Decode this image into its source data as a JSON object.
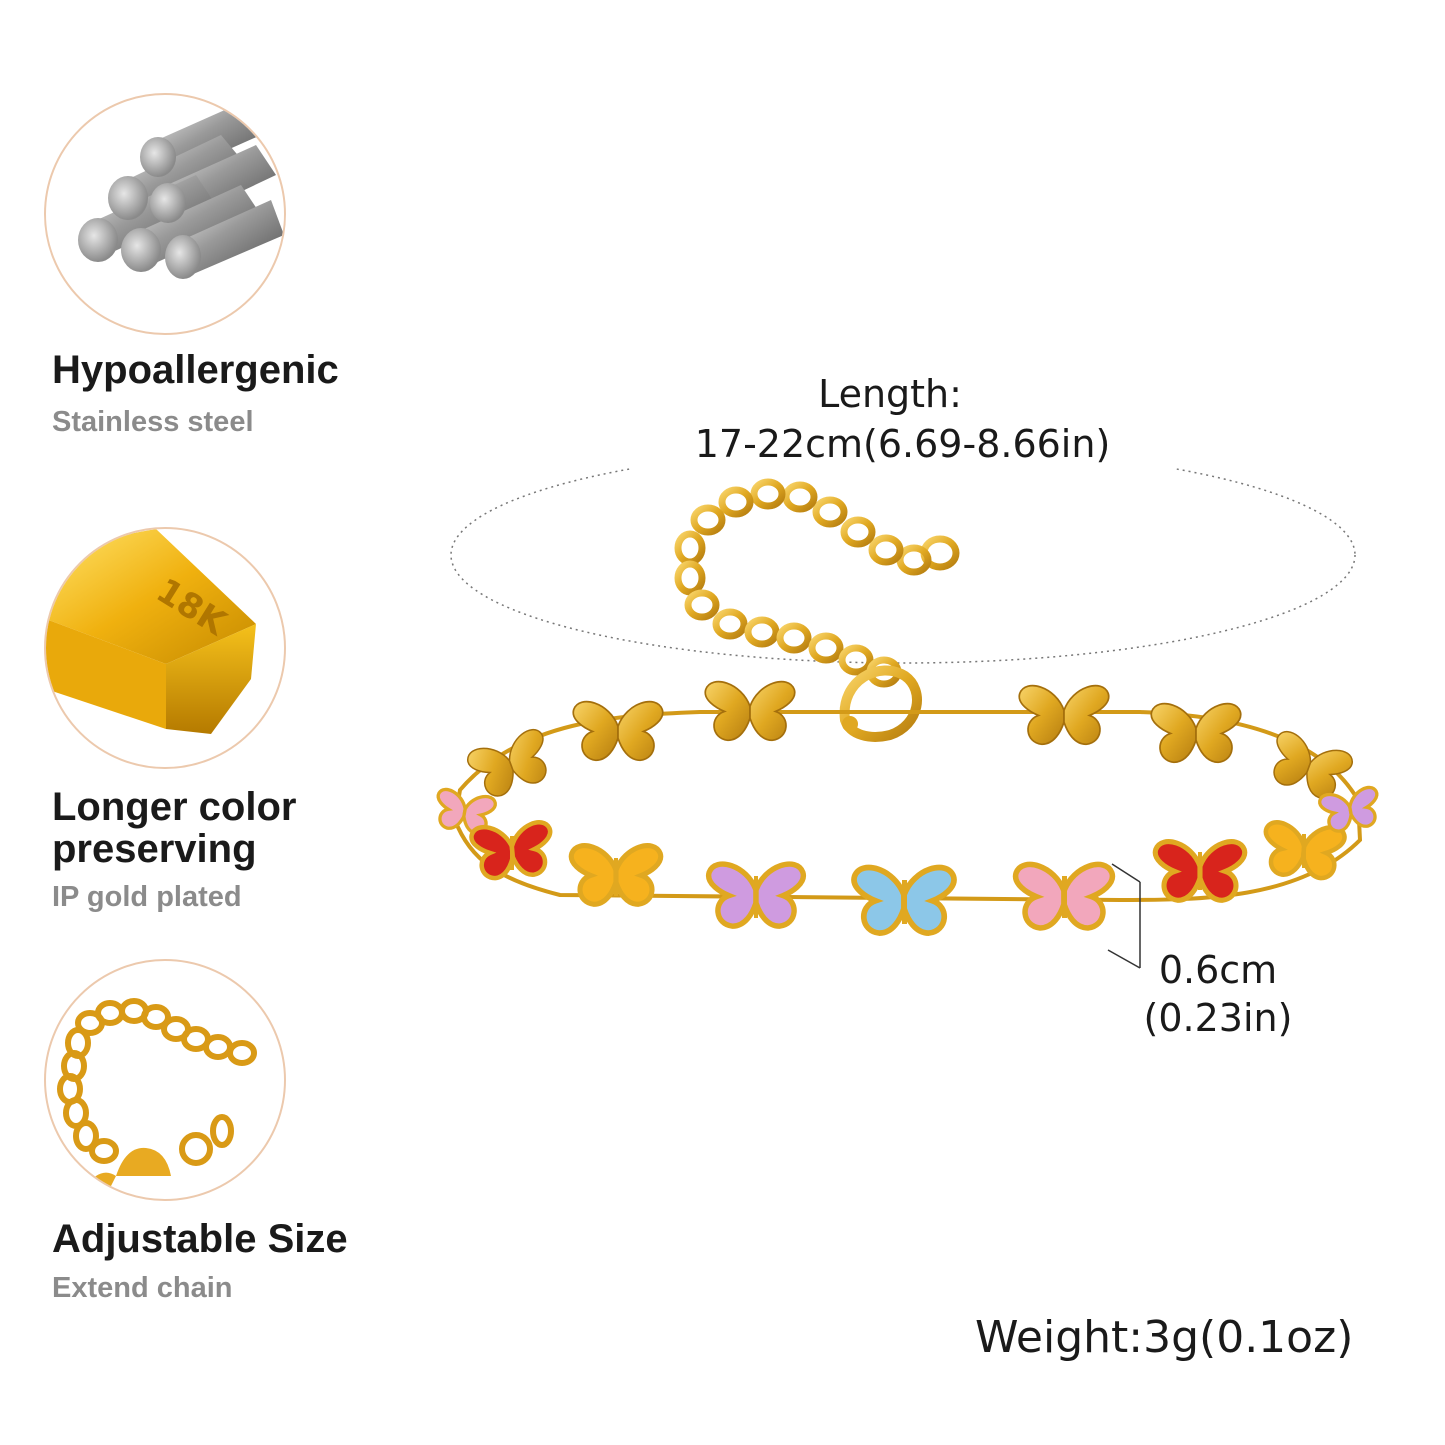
{
  "features": [
    {
      "title": "Hypoallergenic",
      "subtitle": "Stainless steel",
      "icon": "steel-rods-icon"
    },
    {
      "title": "Longer color preserving",
      "subtitle": "IP gold plated",
      "icon": "gold-bar-icon",
      "bar_engraving": "18K"
    },
    {
      "title": "Adjustable Size",
      "subtitle": "Extend chain",
      "icon": "extension-chain-icon"
    }
  ],
  "product": {
    "length_label": "Length:",
    "length_value": "17-22cm(6.69-8.66in)",
    "width_value": "0.6cm",
    "width_value_in": "(0.23in)",
    "weight_label": "Weight:3g(0.1oz)",
    "colors": {
      "gold": "#e0a821",
      "gold_dark": "#b57d10",
      "red": "#d8241c",
      "yellow": "#f6b21e",
      "lilac": "#cf9be0",
      "sky_blue": "#8cc7e8",
      "pink": "#f2a7bc",
      "circle_border": "#ecc9ad"
    }
  }
}
